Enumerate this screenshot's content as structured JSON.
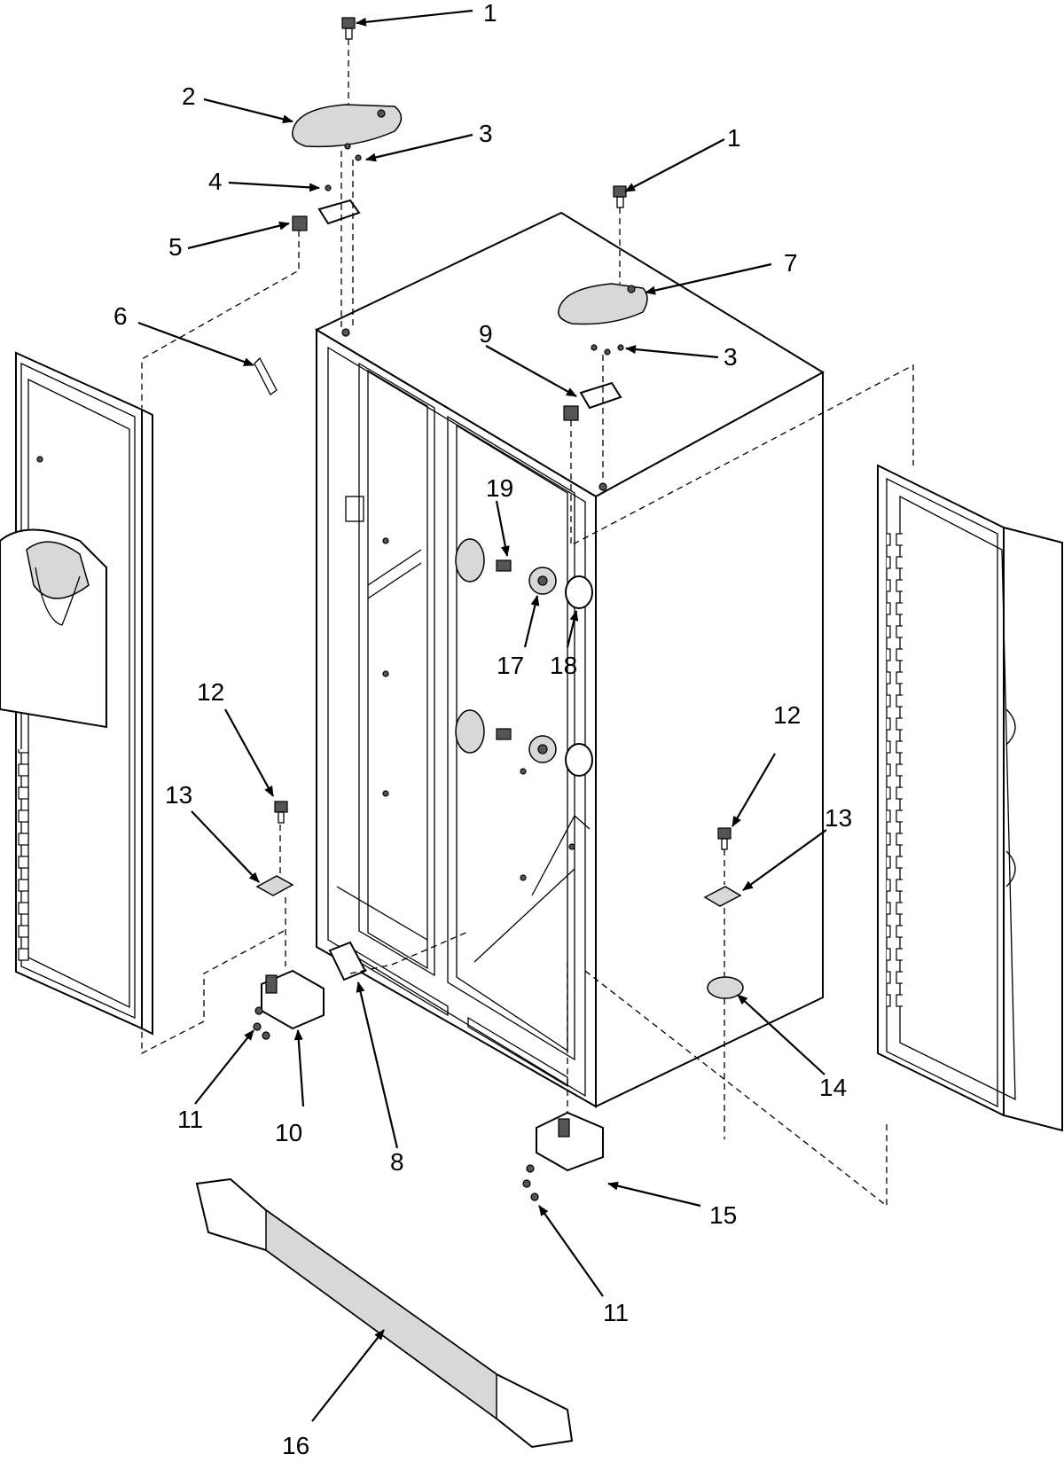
{
  "diagram": {
    "callouts": {
      "c1a": "1",
      "c2": "2",
      "c3a": "3",
      "c1b": "1",
      "c4": "4",
      "c5": "5",
      "c7": "7",
      "c6": "6",
      "c9": "9",
      "c3b": "3",
      "c19": "19",
      "c17": "17",
      "c18": "18",
      "c12a": "12",
      "c12b": "12",
      "c13a": "13",
      "c13b": "13",
      "c14": "14",
      "c11a": "11",
      "c10": "10",
      "c8": "8",
      "c15": "15",
      "c11b": "11",
      "c16": "16"
    }
  }
}
